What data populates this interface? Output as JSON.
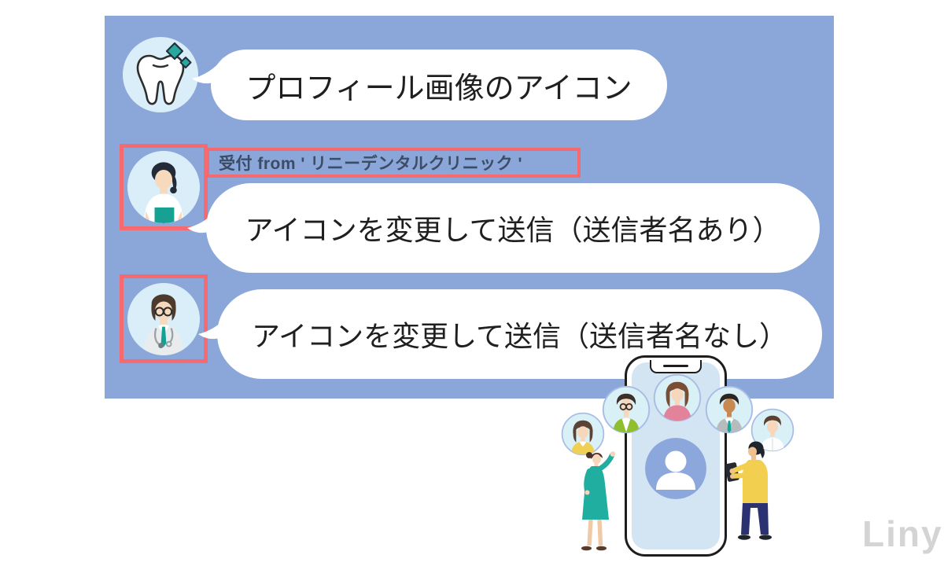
{
  "colors": {
    "panel_blue": "#8ba6d8",
    "bubble_bg": "#ffffff",
    "bubble_text": "#1f1f1f",
    "highlight_red": "#f5696f",
    "label_text": "#3d4c66",
    "avatar_bg": "#d9eef8",
    "teal_accent": "#17a193",
    "phone_screen": "#d3e4f3",
    "screen_avatar_blue": "#8ca7db",
    "watermark_gray": "#d4d4d4"
  },
  "chat": {
    "messages": [
      {
        "avatar": "tooth-clinic-logo",
        "text": "プロフィール画像のアイコン"
      },
      {
        "avatar": "receptionist",
        "sender_label": "受付 from ' リニーデンタルクリニック '",
        "text": "アイコンを変更して送信（送信者名あり）"
      },
      {
        "avatar": "doctor",
        "text": "アイコンを変更して送信（送信者名なし）"
      }
    ]
  },
  "illustration": {
    "description": "smartphone with profile avatars and two people",
    "avatar_count": 5
  },
  "watermark": "Liny"
}
